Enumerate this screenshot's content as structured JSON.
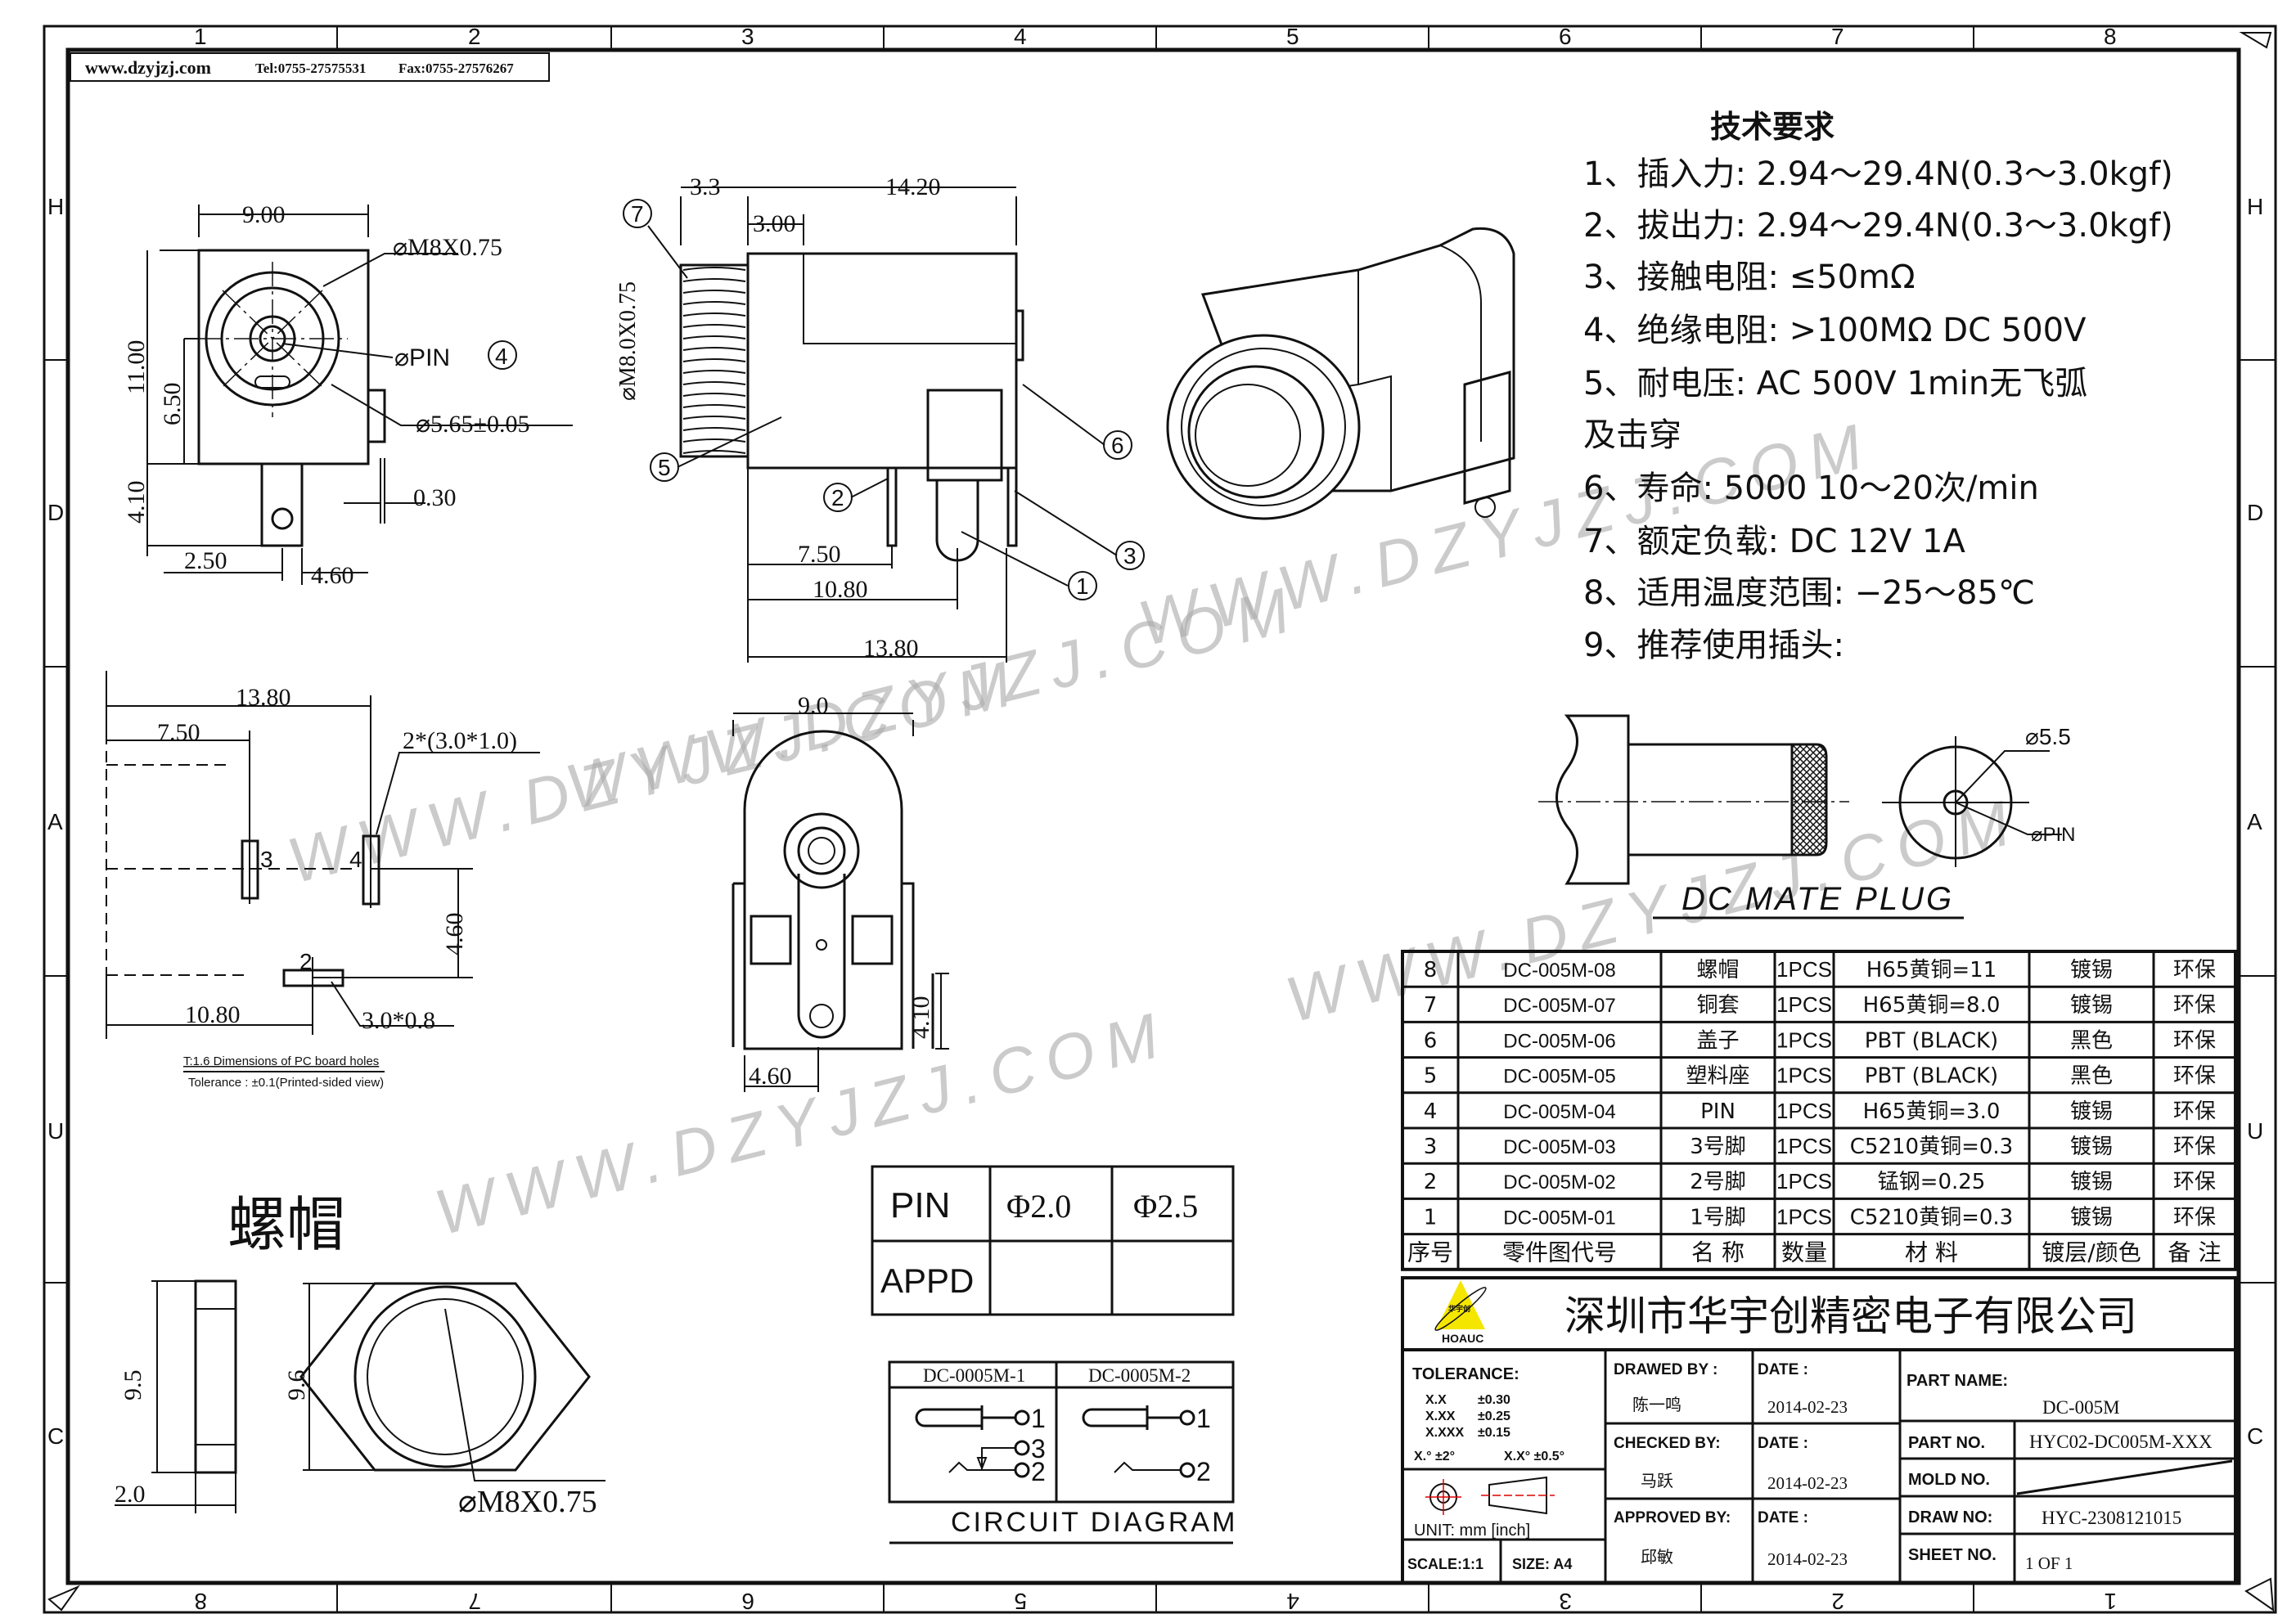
{
  "header": {
    "website": "www.dzyjzj.com",
    "tel": "Tel:0755-27575531",
    "fax": "Fax:0755-27576267"
  },
  "grid": {
    "columns": [
      "1",
      "2",
      "3",
      "4",
      "5",
      "6",
      "7",
      "8"
    ],
    "rows": [
      "H",
      "D",
      "A",
      "U",
      "C"
    ]
  },
  "watermark": "WWW.DZYJZJ.COM",
  "front_view": {
    "d_width": "9.00",
    "d_thread": "⌀M8X0.75",
    "d_pin": "⌀PIN",
    "pin_balloon": "4",
    "d_hole": "⌀5.65±0.05",
    "d_h1": "11.00",
    "d_h2": "6.50",
    "d_h3": "4.10",
    "d_t": "0.30",
    "d_b1": "2.50",
    "d_b2": "4.60"
  },
  "side_view": {
    "d_a": "3.3",
    "d_b": "3.00",
    "d_c": "14.20",
    "d_thread": "⌀M8.0X0.75",
    "d_7": "7.50",
    "d_8": "10.80",
    "d_9": "13.80",
    "balloons": [
      "7",
      "5",
      "2",
      "6",
      "3",
      "1"
    ]
  },
  "pcb_view": {
    "d_total": "13.80",
    "d_half": "7.50",
    "slot_note": "2*(3.0*1.0)",
    "pin3": "3",
    "pin4": "4",
    "pin2": "2",
    "d_v": "4.60",
    "d_bottom": "10.80",
    "slot2_note": "3.0*0.8",
    "note1": "T:1.6 Dimensions of PC board holes",
    "note2": "Tolerance : ±0.1(Printed-sided view)"
  },
  "bottom_view": {
    "d_w": "9.0",
    "d_h": "4.10",
    "d_b": "4.60"
  },
  "nut": {
    "title": "螺帽",
    "d_h": "9.5",
    "d_hex": "9.6",
    "d_t": "2.0",
    "d_thread": "⌀M8X0.75"
  },
  "tech": {
    "title": "技术要求",
    "items": [
      "1、插入力: 2.94～29.4N(0.3～3.0kgf)",
      "2、拔出力: 2.94～29.4N(0.3～3.0kgf)",
      "3、接触电阻: ≤50mΩ",
      "4、绝缘电阻: >100MΩ DC   500V",
      "5、耐电压: AC   500V   1min无飞弧",
      "及击穿",
      "6、寿命: 5000  10～20次/min",
      "7、额定负载: DC   12V   1A",
      "8、适用温度范围: −25～85℃",
      "9、推荐使用插头:"
    ]
  },
  "plug": {
    "d_outer": "⌀5.5",
    "d_pin": "⌀PIN",
    "caption": "DC MATE PLUG"
  },
  "bom": {
    "rows": [
      [
        "8",
        "DC-005M-08",
        "螺帽",
        "1PCS",
        "H65黄铜=11",
        "镀锡",
        "环保"
      ],
      [
        "7",
        "DC-005M-07",
        "铜套",
        "1PCS",
        "H65黄铜=8.0",
        "镀锡",
        "环保"
      ],
      [
        "6",
        "DC-005M-06",
        "盖子",
        "1PCS",
        "PBT (BLACK)",
        "黑色",
        "环保"
      ],
      [
        "5",
        "DC-005M-05",
        "塑料座",
        "1PCS",
        "PBT (BLACK)",
        "黑色",
        "环保"
      ],
      [
        "4",
        "DC-005M-04",
        "PIN",
        "1PCS",
        "H65黄铜=3.0",
        "镀锡",
        "环保"
      ],
      [
        "3",
        "DC-005M-03",
        "3号脚",
        "1PCS",
        "C5210黄铜=0.3",
        "镀锡",
        "环保"
      ],
      [
        "2",
        "DC-005M-02",
        "2号脚",
        "1PCS",
        "锰钢=0.25",
        "镀锡",
        "环保"
      ],
      [
        "1",
        "DC-005M-01",
        "1号脚",
        "1PCS",
        "C5210黄铜=0.3",
        "镀锡",
        "环保"
      ]
    ],
    "headers": [
      "序号",
      "零件图代号",
      "名 称",
      "数量",
      "材 料",
      "镀层/颜色",
      "备 注"
    ]
  },
  "pin_table": {
    "h1": "PIN",
    "v1": "Φ2.0",
    "v2": "Φ2.5",
    "h2": "APPD"
  },
  "circuit": {
    "col1": "DC-0005M-1",
    "col2": "DC-0005M-2",
    "caption": "CIRCUIT DIAGRAM",
    "t1": "1",
    "t3": "3",
    "t2": "2"
  },
  "title_block": {
    "company": "深圳市华宇创精密电子有限公司",
    "logo_cn": "华宇创",
    "logo_en": "HOAUC",
    "logo_color": "#f5e600",
    "tolerance_label": "TOLERANCE:",
    "tol": [
      [
        "X.X",
        "±0.30"
      ],
      [
        "X.XX",
        "±0.25"
      ],
      [
        "X.XXX",
        "±0.15"
      ]
    ],
    "tol_angle1": "X.° ±2°",
    "tol_angle2": "X.X° ±0.5°",
    "unit": "UNIT:  mm  [inch]",
    "scale": "SCALE:1:1",
    "size": "SIZE:  A4",
    "drawed_by_label": "DRAWED BY :",
    "drawed_by": "陈一鸣",
    "checked_by_label": "CHECKED BY:",
    "checked_by": "马跃",
    "approved_by_label": "APPROVED BY:",
    "approved_by": "邱敏",
    "date_label": "DATE :",
    "date1": "2014-02-23",
    "date2": "2014-02-23",
    "date3": "2014-02-23",
    "part_name_label": "PART NAME:",
    "part_name": "DC-005M",
    "part_no_label": "PART NO.",
    "part_no": "HYC02-DC005M-XXX",
    "mold_no_label": "MOLD NO.",
    "draw_no_label": "DRAW NO:",
    "draw_no": "HYC-2308121015",
    "sheet_no_label": "SHEET NO.",
    "sheet_no": "1 OF 1"
  }
}
